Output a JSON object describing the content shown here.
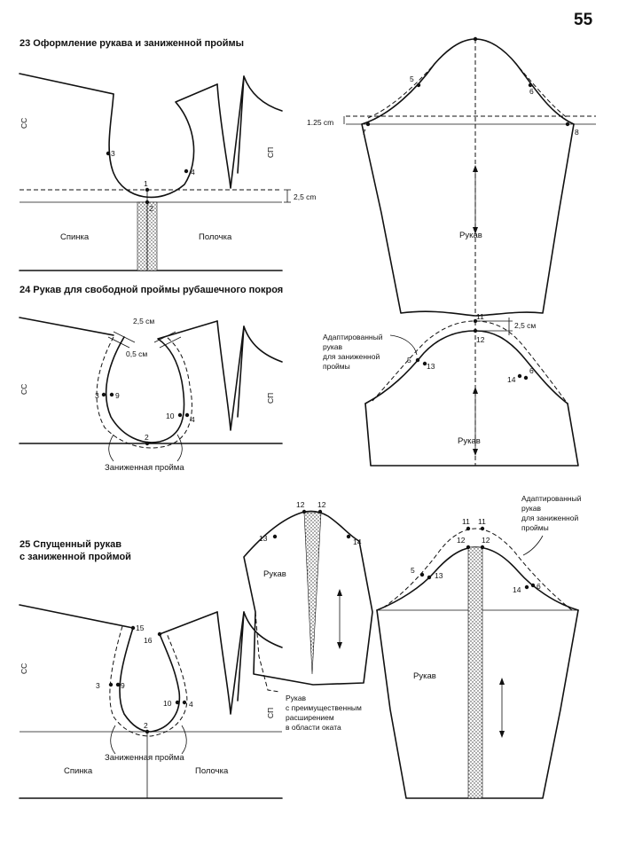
{
  "page_number": "55",
  "fig23": {
    "title": "23 Оформление рукава и заниженной проймы",
    "back_label": "Спинка",
    "front_label": "Полочка",
    "cb": "СС",
    "cf": "СП",
    "drop": "2,5 cm",
    "ease": "1.25 cm",
    "sleeve_label": "Рукав",
    "points": {
      "p1": "1",
      "p2": "2",
      "p3": "3",
      "p4": "4",
      "p5": "5",
      "p6": "6",
      "p7": "7",
      "p8": "8"
    }
  },
  "fig24": {
    "title": "24 Рукав для свободной проймы рубашечного покроя",
    "m1": "2,5 см",
    "m2": "0,5 см",
    "m3": "2,5 см",
    "armhole": "Заниженная пройма",
    "adapted": [
      "Адаптированный",
      "рукав",
      "для заниженной",
      "проймы"
    ],
    "sleeve_label": "Рукав",
    "cb": "СС",
    "cf": "СП",
    "points": {
      "p2": "2",
      "p3": "3",
      "p4": "4",
      "p5": "5",
      "p6": "6",
      "p9": "9",
      "p10": "10",
      "p11": "11",
      "p12": "12",
      "p13": "13",
      "p14": "14"
    }
  },
  "fig25": {
    "title_1": "25 Спущенный рукав",
    "title_2": "с заниженной проймой",
    "armhole": "Заниженная пройма",
    "back_label": "Спинка",
    "front_label": "Полочка",
    "cb": "СС",
    "cf": "СП",
    "sleeve_label_a": "Рукав",
    "sleeve_label_b": "Рукав",
    "wide_cap": [
      "Рукав",
      "с преимущественным",
      "расширением",
      "в области оката"
    ],
    "adapted": [
      "Адаптированный",
      "рукав",
      "для заниженной",
      "проймы"
    ],
    "points": {
      "p2": "2",
      "p3": "3",
      "p4": "4",
      "p5": "5",
      "p6": "6",
      "p9": "9",
      "p10": "10",
      "p11a": "11",
      "p11b": "11",
      "p12a": "12",
      "p12b": "12",
      "p12c": "12",
      "p12d": "12",
      "p13a": "13",
      "p13b": "13",
      "p14a": "14",
      "p14b": "14",
      "p15": "15",
      "p16": "16"
    }
  }
}
